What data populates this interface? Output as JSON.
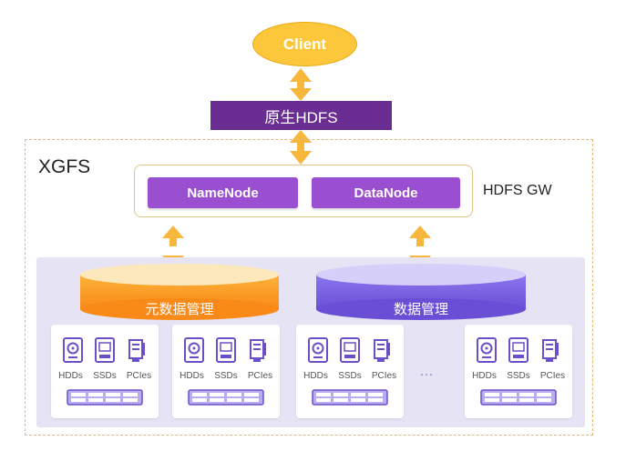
{
  "client": {
    "label": "Client"
  },
  "protocol": {
    "label": "原生HDFS"
  },
  "xgfs": {
    "label": "XGFS"
  },
  "gateway": {
    "label": "HDFS GW",
    "name_node": "NameNode",
    "data_node": "DataNode"
  },
  "storage": {
    "metadata_label": "元数据管理",
    "data_label": "数据管理",
    "ellipsis": "…",
    "nodes": [
      {
        "hdd_label": "HDDs",
        "ssd_label": "SSDs",
        "pcie_label": "PCIes"
      },
      {
        "hdd_label": "HDDs",
        "ssd_label": "SSDs",
        "pcie_label": "PCIes"
      },
      {
        "hdd_label": "HDDs",
        "ssd_label": "SSDs",
        "pcie_label": "PCIes"
      },
      {
        "hdd_label": "HDDs",
        "ssd_label": "SSDs",
        "pcie_label": "PCIes"
      }
    ]
  },
  "colors": {
    "client_fill": "#fcc73a",
    "protocol_fill": "#6a2d91",
    "node_fill": "#9a4fd0",
    "arrow": "#f7b63c",
    "metadata_cylinder": "#fb9d22",
    "data_cylinder": "#7b61e0",
    "icon": "#6b4fc9",
    "frame_dashed": "#e3b97b",
    "panel": "#e6e4f4"
  }
}
